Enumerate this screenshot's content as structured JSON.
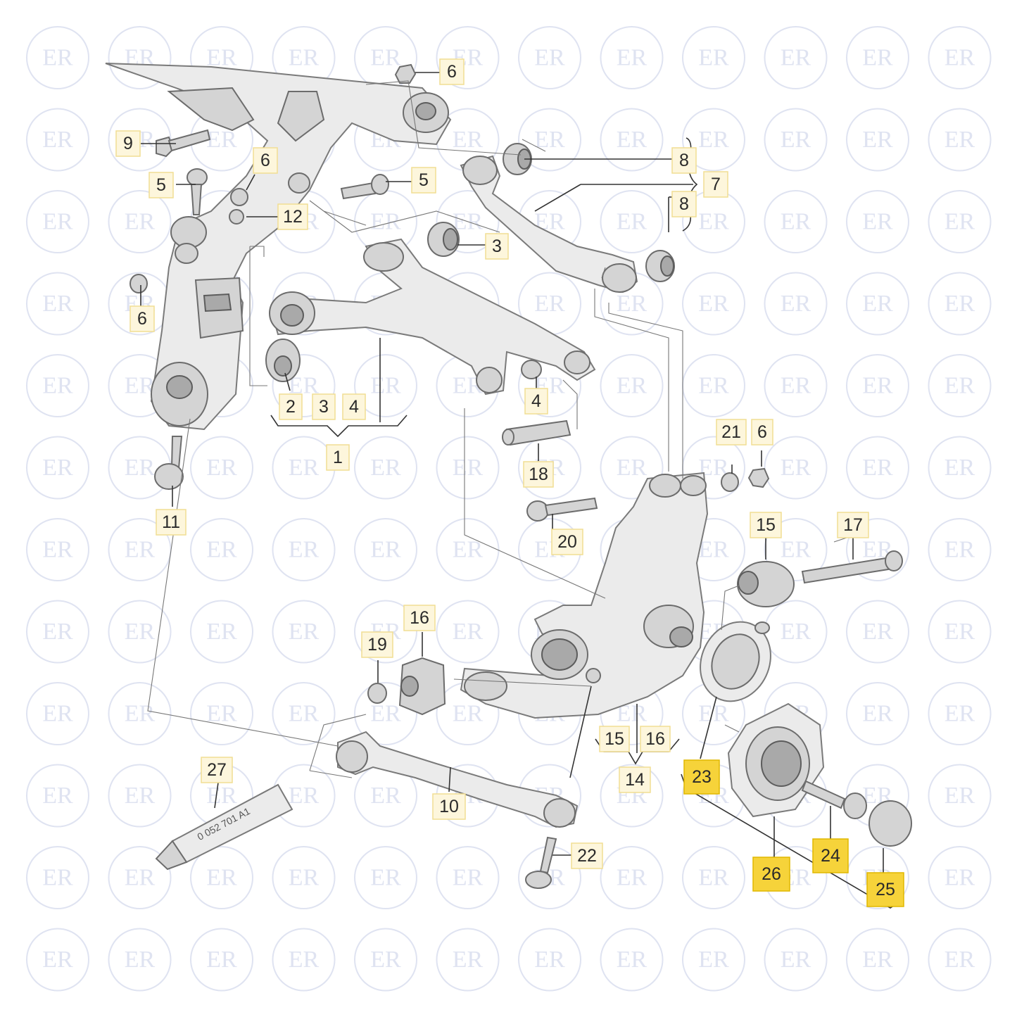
{
  "watermark": {
    "text": "ER",
    "color": "#dfe3f1"
  },
  "highlight_colors": {
    "light": "#fdf6dc",
    "strong": "#f6d33a"
  },
  "callouts": {
    "c1": "1",
    "c2": "2",
    "c3a": "3",
    "c3b": "3",
    "c4a": "4",
    "c4b": "4",
    "c5a": "5",
    "c5b": "5",
    "c6a": "6",
    "c6b": "6",
    "c6c": "6",
    "c6d": "6",
    "c7": "7",
    "c8a": "8",
    "c8b": "8",
    "c9": "9",
    "c10": "10",
    "c11": "11",
    "c12": "12",
    "c14": "14",
    "c15a": "15",
    "c15b": "15",
    "c16a": "16",
    "c16b": "16",
    "c17": "17",
    "c18": "18",
    "c19": "19",
    "c20": "20",
    "c21": "21",
    "c22": "22",
    "c23": "23",
    "c24": "24",
    "c25": "25",
    "c26": "26",
    "c27": "27"
  },
  "tube_text": "0 052 701 A1"
}
